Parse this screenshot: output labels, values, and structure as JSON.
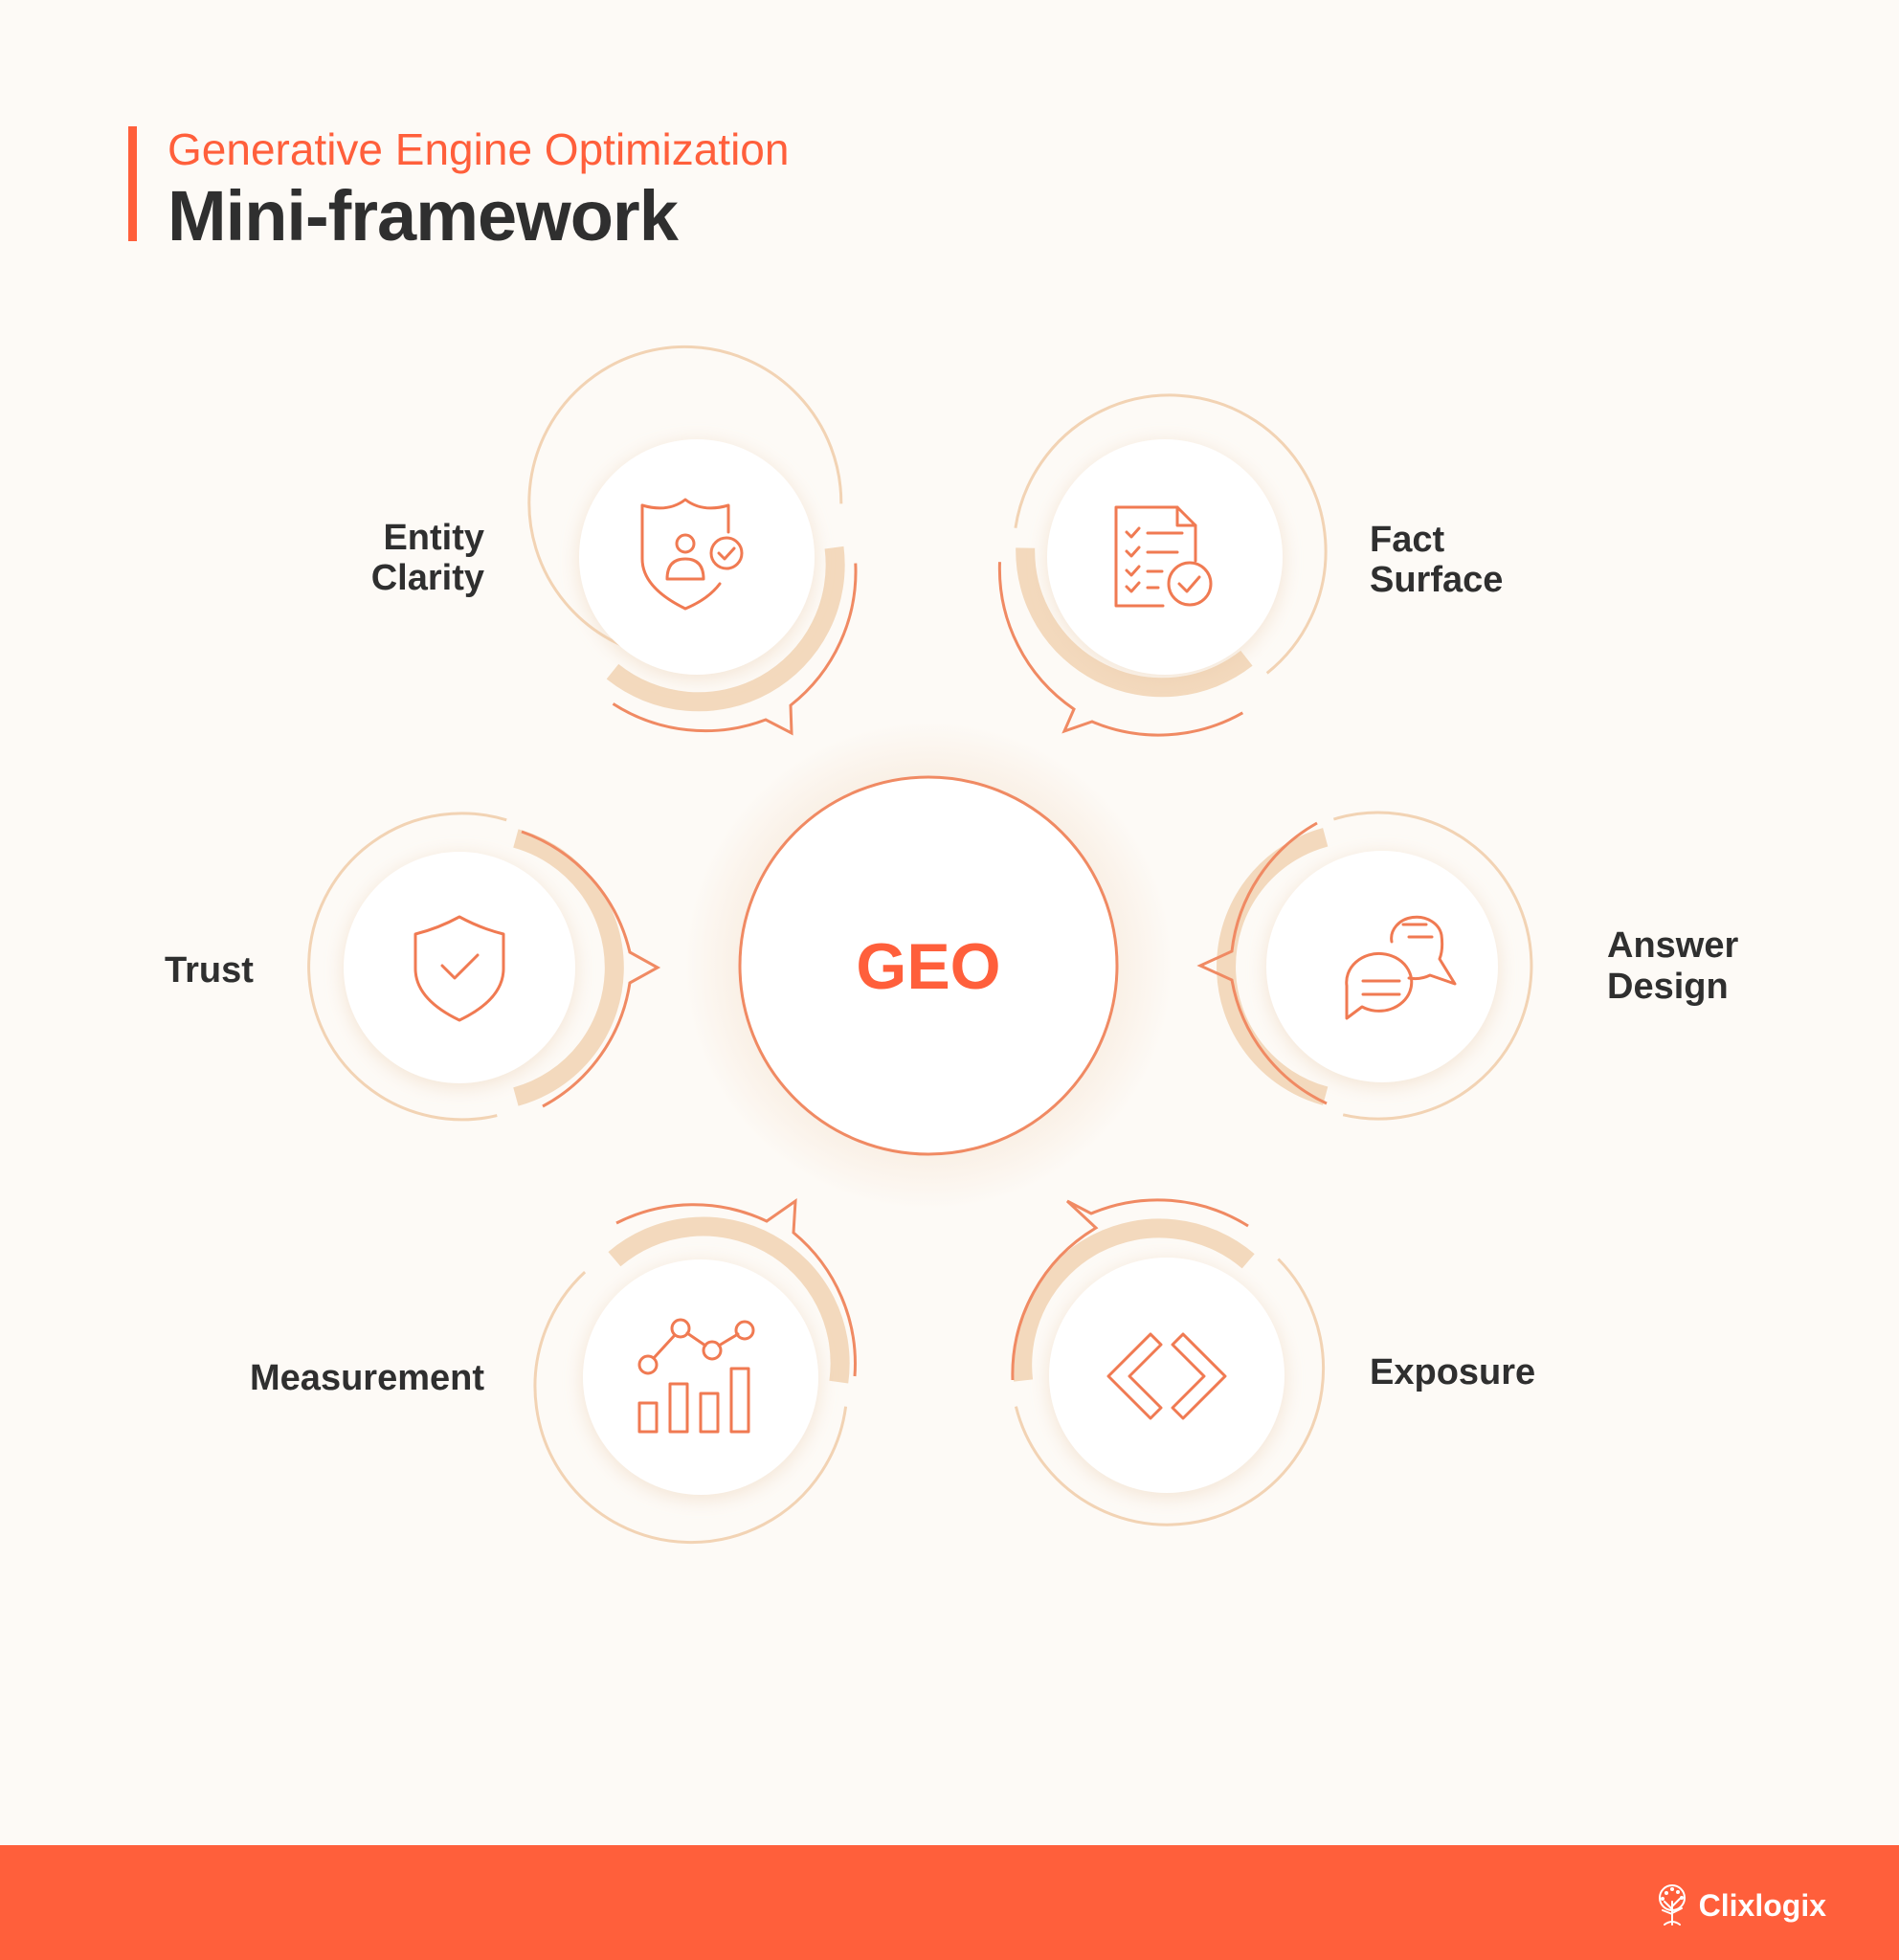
{
  "header": {
    "subtitle": "Generative Engine Optimization",
    "title": "Mini-framework"
  },
  "center": {
    "label": "GEO"
  },
  "nodes": [
    {
      "id": "entity-clarity",
      "label_lines": [
        "Entity",
        "Clarity"
      ],
      "icon": "shield-user-check-icon"
    },
    {
      "id": "fact-surface",
      "label_lines": [
        "Fact",
        "Surface"
      ],
      "icon": "checklist-document-icon"
    },
    {
      "id": "trust",
      "label_lines": [
        "Trust"
      ],
      "icon": "shield-check-icon"
    },
    {
      "id": "answer-design",
      "label_lines": [
        "Answer",
        "Design"
      ],
      "icon": "chat-bubbles-icon"
    },
    {
      "id": "measurement",
      "label_lines": [
        "Measurement"
      ],
      "icon": "bar-line-chart-icon"
    },
    {
      "id": "exposure",
      "label_lines": [
        "Exposure"
      ],
      "icon": "code-brackets-icon"
    }
  ],
  "footer": {
    "brand": "Clixlogix",
    "logo_icon": "tree-logo-icon"
  },
  "colors": {
    "accent": "#ff5f3b",
    "ring": "#f2d3b4",
    "band": "#f3d9bd",
    "background": "#fdfaf6",
    "text": "#2f2f2f"
  }
}
